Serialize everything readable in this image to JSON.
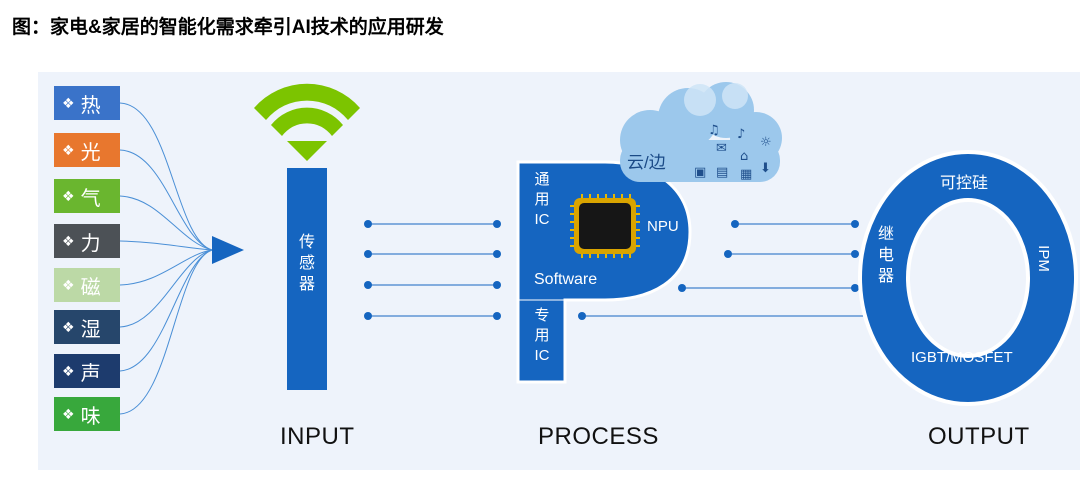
{
  "title": "图：家电&家居的智能化需求牵引AI技术的应用研发",
  "sensors": [
    {
      "label": "热",
      "color": "#3a73c9"
    },
    {
      "label": "光",
      "color": "#e8772e"
    },
    {
      "label": "气",
      "color": "#6ab62f"
    },
    {
      "label": "力",
      "color": "#4c5156"
    },
    {
      "label": "磁",
      "color": "#bcd9a6"
    },
    {
      "label": "湿",
      "color": "#26466b"
    },
    {
      "label": "声",
      "color": "#1d3b6d"
    },
    {
      "label": "味",
      "color": "#38a83c"
    }
  ],
  "sensor_marker": "❖",
  "input": {
    "sensor_label": "传感器",
    "stage_label": "INPUT"
  },
  "process": {
    "general_ic": "通用IC",
    "npu": "NPU",
    "software": "Software",
    "dedicated_ic": "专用IC",
    "cloud_label": "云/边",
    "stage_label": "PROCESS"
  },
  "output": {
    "scr": "可控硅",
    "relay": "继电器",
    "ipm": "IPM",
    "igbt": "IGBT/MOSFET",
    "stage_label": "OUTPUT"
  },
  "colors": {
    "primary_blue": "#1565c0",
    "wifi_green": "#7cc400",
    "panel_bg": "#eef3fb"
  }
}
